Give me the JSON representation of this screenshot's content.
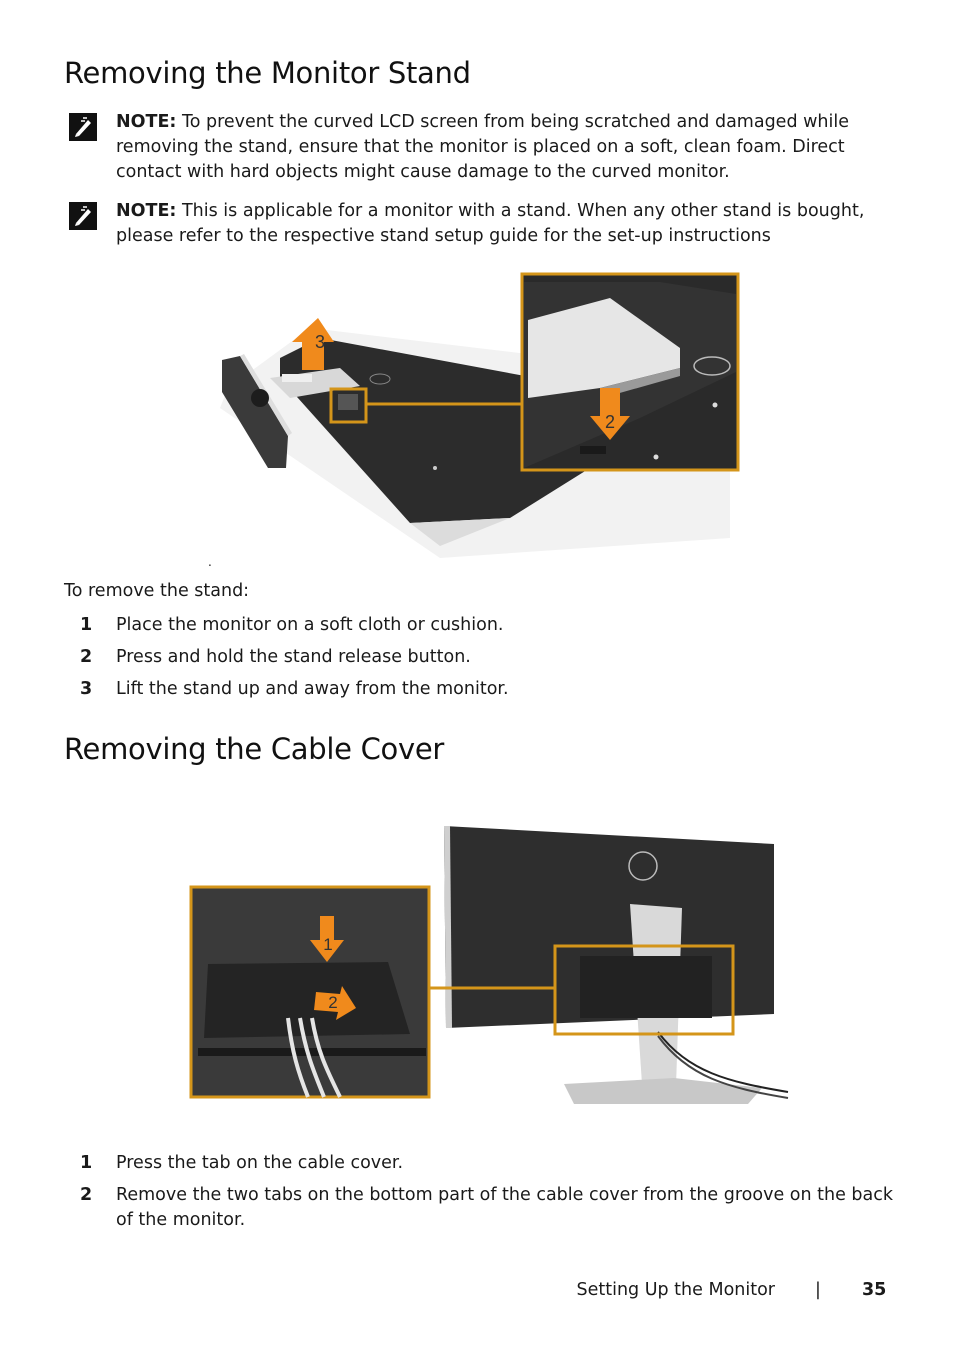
{
  "section1": {
    "heading": "Removing the Monitor Stand",
    "notes": [
      {
        "label": "NOTE:",
        "text": " To prevent the curved LCD screen from being scratched and damaged while removing the stand, ensure that the monitor is placed on a soft, clean foam. Direct contact with hard objects might cause damage to the curved monitor."
      },
      {
        "label": "NOTE:",
        "text": " This is applicable for a monitor with a stand. When any other stand is bought, please refer to the respective stand setup guide for the set-up instructions"
      }
    ],
    "figure": {
      "callout_3": "3",
      "callout_2": "2",
      "stray_mark": "."
    },
    "intro": "To remove the stand:",
    "steps": [
      {
        "num": "1",
        "text": "Place the monitor on a soft cloth or cushion."
      },
      {
        "num": "2",
        "text": "Press and hold the stand release button."
      },
      {
        "num": "3",
        "text": "Lift the stand up and away from the monitor."
      }
    ]
  },
  "section2": {
    "heading": "Removing the Cable Cover",
    "figure": {
      "callout_1": "1",
      "callout_2": "2"
    },
    "steps": [
      {
        "num": "1",
        "text": "Press the tab on the cable cover."
      },
      {
        "num": "2",
        "text": "Remove the two tabs on the bottom part of the cable cover from the groove on the back of the monitor."
      }
    ]
  },
  "footer": {
    "section_title": "Setting Up the Monitor",
    "separator": "|",
    "page_number": "35"
  },
  "colors": {
    "accent": "#d4951a",
    "callout_orange": "#f08a1c",
    "monitor_dark": "#2e2e2e",
    "stand_silver": "#c9c9c9"
  }
}
